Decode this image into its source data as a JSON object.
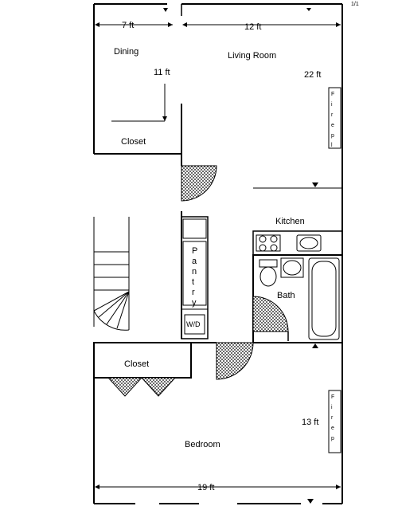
{
  "rooms": {
    "dining": "Dining",
    "living_room": "Living Room",
    "closet_upper": "Closet",
    "kitchen": "Kitchen",
    "pantry": "Pantry",
    "wd": "W/D",
    "bath": "Bath",
    "closet_lower": "Closet",
    "bedroom": "Bedroom"
  },
  "dimensions": {
    "dining_width": "7 ft",
    "living_width": "12 ft",
    "dining_depth": "11 ft",
    "living_depth": "22 ft",
    "bedroom_depth": "13 ft",
    "bedroom_width": "19 ft"
  },
  "fixtures": {
    "fireplace_upper": "Fireplace",
    "fireplace_lower": "Fireplace"
  },
  "corner_mark": "1/1"
}
